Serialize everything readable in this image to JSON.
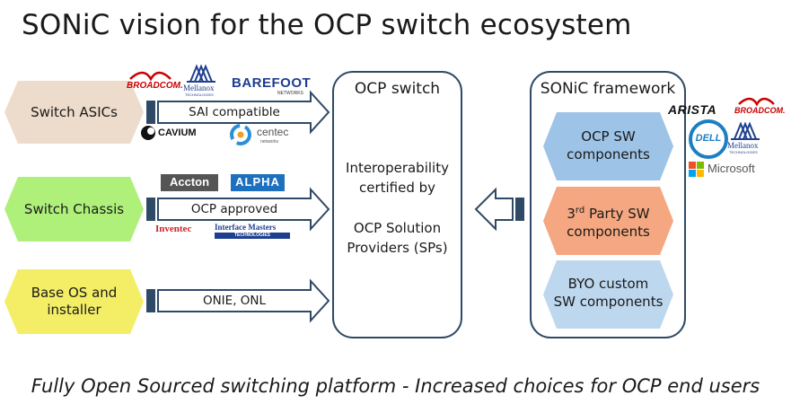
{
  "title": "SONiC vision for the OCP switch ecosystem",
  "footer": "Fully Open Sourced switching platform - Increased choices for OCP end users",
  "inputs": [
    {
      "label": "Switch ASICs",
      "arrow_label": "SAI compatible"
    },
    {
      "label": "Switch Chassis",
      "arrow_label": "OCP approved"
    },
    {
      "label_line1": "Base OS and",
      "label_line2": "installer",
      "arrow_label": "ONIE, ONL"
    }
  ],
  "ocp_switch": {
    "title": "OCP switch",
    "line1": "Interoperability",
    "line2": "certified by",
    "line3": "OCP Solution",
    "line4": "Providers (SPs)"
  },
  "sonic": {
    "title": "SONiC framework",
    "components": [
      {
        "line1": "OCP SW",
        "line2": "components",
        "color": "#9dc3e6"
      },
      {
        "line1_pre": "3",
        "line1_sup": "rd",
        "line1_post": " Party SW",
        "line2": "components",
        "color": "#f4a780"
      },
      {
        "line1": "BYO custom",
        "line2": "SW components",
        "color": "#bdd7ee"
      }
    ]
  },
  "logos": {
    "broadcom": "BROADCOM.",
    "mellanox": "Mellanox",
    "mellanox_sub": "TECHNOLOGIES",
    "barefoot": "BAREFOOT",
    "barefoot_sub": "NETWORKS",
    "cavium": "CAVIUM",
    "centec": "centec",
    "centec_sub": "networks",
    "accton": "Accton",
    "alpha": "ALPHA",
    "inventec": "Inventec",
    "interface_masters": "Interface Masters",
    "interface_masters_sub": "TECHNOLOGIES",
    "arista": "ARISTA",
    "broadcom2": "BROADCOM.",
    "dell": "DELL",
    "mellanox2": "Mellanox",
    "mellanox2_sub": "TECHNOLOGIES",
    "microsoft": "Microsoft"
  },
  "colors": {
    "asic_hex": "#eddccb",
    "chassis_hex": "#aef07a",
    "os_hex": "#f3ee66",
    "box_border": "#2e4a66",
    "arrow_fill": "#ffffff",
    "arrow_bar": "#2e4a66"
  }
}
